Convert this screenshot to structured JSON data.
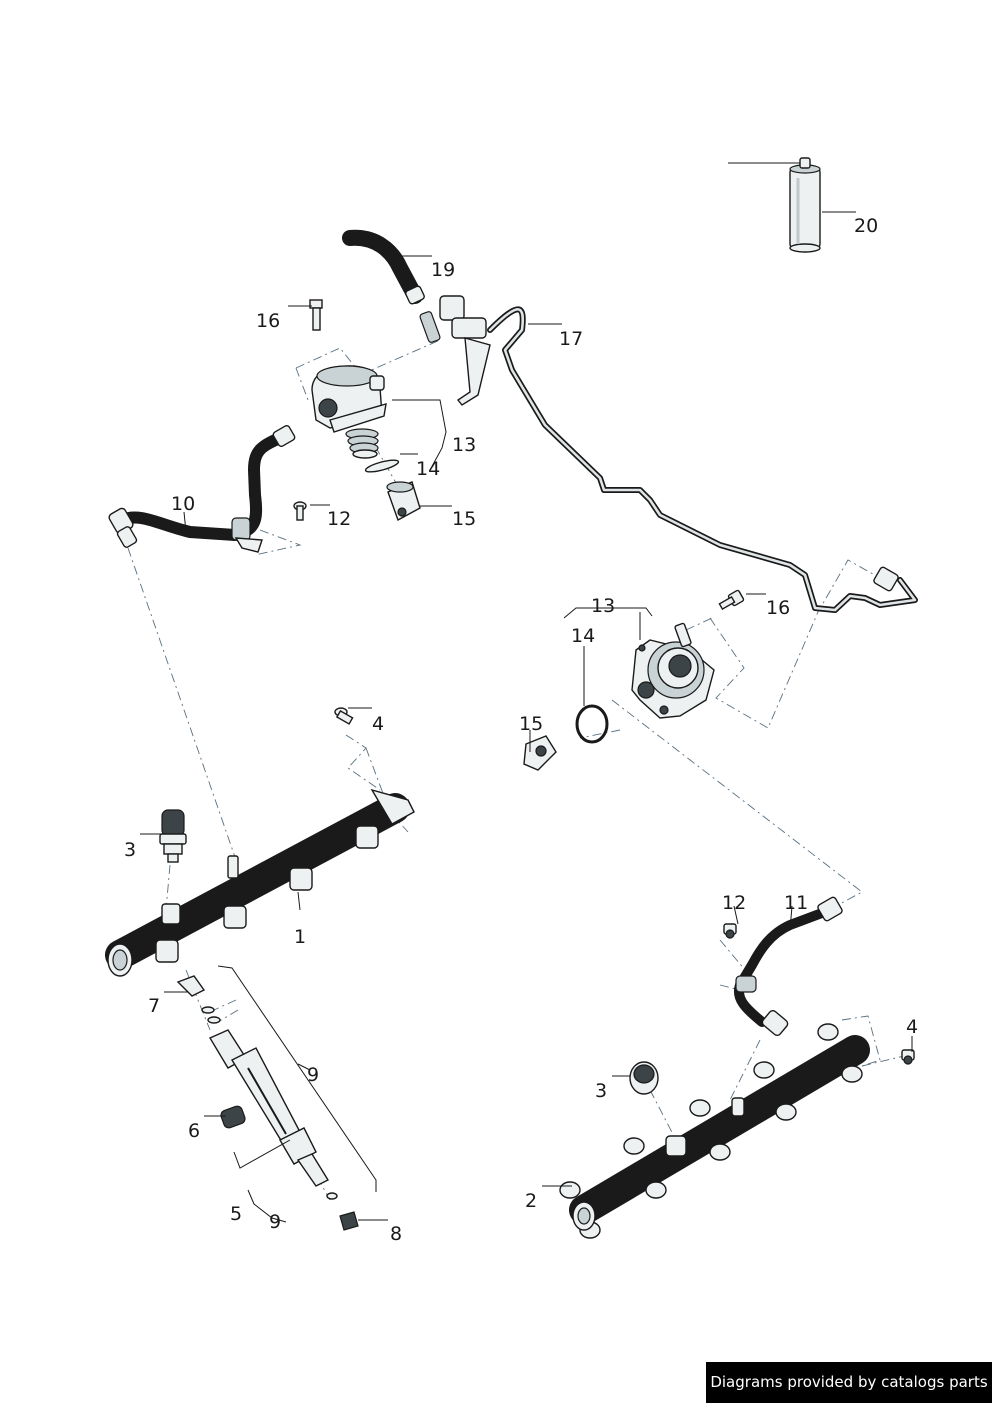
{
  "callouts": [
    "20",
    "19",
    "16",
    "17",
    "13",
    "14",
    "10",
    "12",
    "15",
    "13",
    "14",
    "16",
    "15",
    "4",
    "3",
    "1",
    "12",
    "11",
    "4",
    "7",
    "9",
    "3",
    "6",
    "5",
    "9",
    "8",
    "2"
  ],
  "watermark": "Diagrams provided by catalogs parts"
}
